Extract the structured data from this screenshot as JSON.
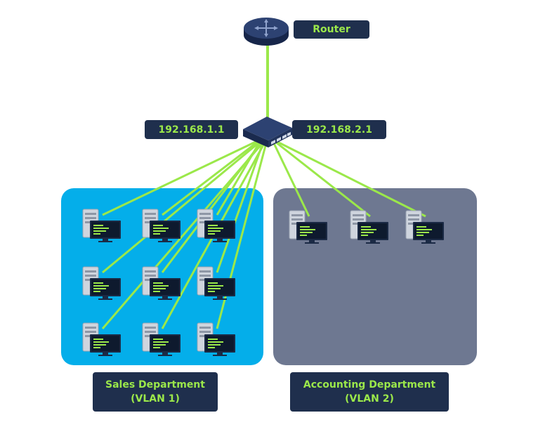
{
  "router": {
    "label": "Router",
    "icon": "router-icon"
  },
  "switch": {
    "icon": "switch-icon",
    "left_ip": "192.168.1.1",
    "right_ip": "192.168.2.1"
  },
  "vlan1": {
    "name": "Sales Department",
    "vlan": "(VLAN 1)",
    "color": "#04aeea",
    "computer_count": 9
  },
  "vlan2": {
    "name": "Accounting Department",
    "vlan": "(VLAN 2)",
    "color": "#6e7891",
    "computer_count": 3
  },
  "colors": {
    "link": "#9be84a",
    "label_bg": "#1f2f4d",
    "label_text": "#9be84a"
  }
}
